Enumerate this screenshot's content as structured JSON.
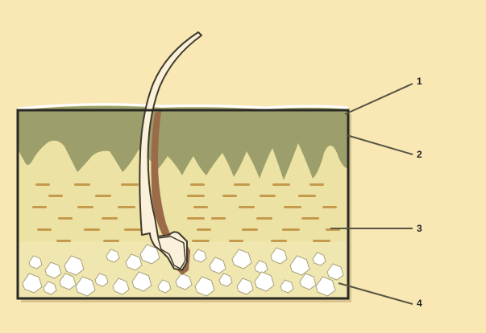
{
  "labels": [
    {
      "id": "1",
      "text": "1"
    },
    {
      "id": "2",
      "text": "2"
    },
    {
      "id": "3",
      "text": "3"
    },
    {
      "id": "4",
      "text": "4"
    }
  ],
  "colors": {
    "background": "#f9e7b4",
    "epidermis": "#9c9f6b",
    "dermis": "#ece2a3",
    "fat": "#f0e6ae",
    "fat_strokes": "#c69a4c",
    "hair_shaft": "#fbf0da",
    "hair_outline": "#3f3a2c",
    "follicle_sheath": "#9a6a49",
    "border": "#2a2a24"
  }
}
